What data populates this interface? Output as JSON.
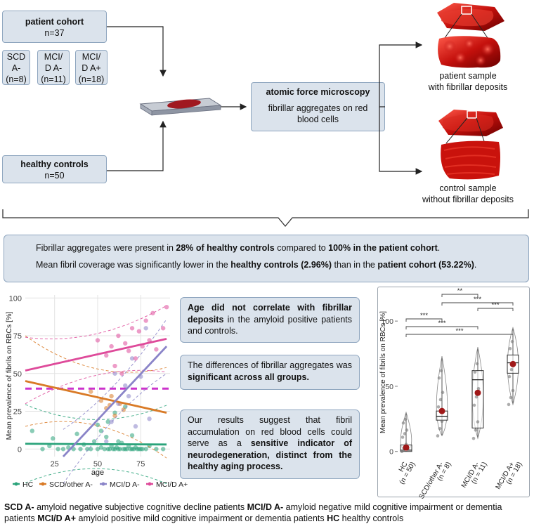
{
  "flow": {
    "cohort": {
      "title": "patient cohort",
      "n": "n=37"
    },
    "groups": [
      {
        "l1": "SCD",
        "l2": "A-",
        "l3": "(n=8)"
      },
      {
        "l1": "MCI/",
        "l2": "D A-",
        "l3": "(n=11)"
      },
      {
        "l1": "MCI/",
        "l2": "D A+",
        "l3": "(n=18)"
      }
    ],
    "controls": {
      "title": "healthy controls",
      "n": "n=50"
    },
    "afm": {
      "title": "atomic force microscopy",
      "l1": "fibrillar aggregates on red",
      "l2": "blood cells"
    },
    "patient_sample": {
      "l1": "patient sample",
      "l2": "with fibrillar deposits"
    },
    "control_sample": {
      "l1": "control sample",
      "l2": "without fibrillar deposits"
    }
  },
  "findings": {
    "l1": {
      "a": "Fibrillar aggregates were present in ",
      "b": "28% of healthy controls",
      "c": " compared to ",
      "d": "100% in the patient cohort",
      "e": "."
    },
    "l2": {
      "a": "Mean fibril coverage was significantly lower in the ",
      "b": "healthy controls (2.96%)",
      "c": " than in the ",
      "d": "patient cohort (53.22%)",
      "e": "."
    }
  },
  "textboxes": {
    "t1": {
      "bold": "Age did not correlate with fibrillar deposits",
      "rest": " in the amyloid positive patients and controls."
    },
    "t2": {
      "rest": "The differences of fibrillar aggregates was ",
      "bold": "significant across all groups."
    },
    "t3": {
      "a": "Our results suggest that fibril accumulation on red blood cells could serve as a ",
      "bold": "sensitive indicator of neurodegeneration, distinct from the healthy aging process."
    }
  },
  "caption": {
    "b1": "SCD A-",
    "t1": " amyloid negative subjective cognitive decline patients ",
    "b2": "MCI/D A-",
    "t2": " amyloid negative mild cognitive impairment or dementia patients ",
    "b3": "MCI/D A+",
    "t3": " amyloid positive mild cognitive impairment or dementia patients ",
    "b4": "HC",
    "t4": " healthy controls"
  },
  "colors": {
    "HC": "#2aa37a",
    "SCD": "#d97a26",
    "MCI_neg": "#8a84c8",
    "MCI_pos": "#de4a9a",
    "box_fill": "#dbe3ec",
    "box_border": "#8fa6bf",
    "mean_dot": "#a01818"
  },
  "chart_data": [
    {
      "type": "scatter",
      "xlabel": "age",
      "ylabel": "Mean prevalence of fibrils on RBCs [%]",
      "xticks": [
        "25",
        "50",
        "75"
      ],
      "yticks": [
        "0",
        "25",
        "50",
        "75",
        "100"
      ],
      "xlim": [
        8,
        92
      ],
      "ylim": [
        -5,
        102
      ],
      "legend": [
        "HC",
        "SCD/other A-",
        "MCI/D A-",
        "MCI/D A+"
      ],
      "legend_position": "bottom",
      "reference_line": {
        "y": 40,
        "style": "dashed",
        "color": "#cc33cc"
      },
      "series": [
        {
          "name": "HC",
          "color": "#2aa37a",
          "fit": [
            [
              8,
              3.5
            ],
            [
              90,
              3
            ]
          ],
          "points": [
            [
              18,
              0
            ],
            [
              22,
              2
            ],
            [
              27,
              0
            ],
            [
              30,
              0
            ],
            [
              33,
              1
            ],
            [
              36,
              0
            ],
            [
              40,
              0
            ],
            [
              42,
              3
            ],
            [
              44,
              0
            ],
            [
              46,
              0
            ],
            [
              48,
              5
            ],
            [
              50,
              0
            ],
            [
              52,
              1
            ],
            [
              54,
              0
            ],
            [
              55,
              8
            ],
            [
              56,
              0
            ],
            [
              57,
              0
            ],
            [
              58,
              2
            ],
            [
              59,
              0
            ],
            [
              60,
              0
            ],
            [
              61,
              1
            ],
            [
              62,
              0
            ],
            [
              63,
              0
            ],
            [
              64,
              4
            ],
            [
              65,
              0
            ],
            [
              66,
              0
            ],
            [
              67,
              0
            ],
            [
              68,
              2
            ],
            [
              69,
              0
            ],
            [
              70,
              0
            ],
            [
              71,
              0
            ],
            [
              72,
              1
            ],
            [
              73,
              0
            ],
            [
              74,
              0
            ],
            [
              75,
              0
            ],
            [
              76,
              0
            ],
            [
              78,
              0
            ],
            [
              80,
              2
            ],
            [
              84,
              0
            ],
            [
              88,
              0
            ],
            [
              12,
              12
            ],
            [
              24,
              7
            ],
            [
              38,
              10
            ],
            [
              50,
              16
            ],
            [
              56,
              18
            ],
            [
              60,
              24
            ],
            [
              66,
              28
            ],
            [
              70,
              9
            ],
            [
              52,
              12
            ],
            [
              62,
              5
            ]
          ]
        },
        {
          "name": "SCD/other A-",
          "color": "#d97a26",
          "fit": [
            [
              8,
              45
            ],
            [
              90,
              24
            ]
          ],
          "points": [
            [
              46,
              38
            ],
            [
              52,
              32
            ],
            [
              55,
              27
            ],
            [
              58,
              35
            ],
            [
              60,
              22
            ],
            [
              63,
              30
            ],
            [
              65,
              26
            ],
            [
              57,
              29
            ]
          ]
        },
        {
          "name": "MCI/D A-",
          "color": "#8a84c8",
          "fit": [
            [
              30,
              -5
            ],
            [
              90,
              68
            ]
          ],
          "points": [
            [
              55,
              5
            ],
            [
              58,
              18
            ],
            [
              62,
              30
            ],
            [
              66,
              42
            ],
            [
              70,
              60
            ],
            [
              72,
              15
            ],
            [
              75,
              48
            ],
            [
              78,
              80
            ],
            [
              80,
              20
            ],
            [
              60,
              50
            ],
            [
              68,
              35
            ]
          ]
        },
        {
          "name": "MCI/D A+",
          "color": "#de4a9a",
          "fit": [
            [
              8,
              52
            ],
            [
              90,
              73
            ]
          ],
          "points": [
            [
              50,
              72
            ],
            [
              55,
              62
            ],
            [
              58,
              68
            ],
            [
              60,
              55
            ],
            [
              62,
              75
            ],
            [
              64,
              50
            ],
            [
              66,
              70
            ],
            [
              68,
              65
            ],
            [
              70,
              80
            ],
            [
              72,
              60
            ],
            [
              74,
              78
            ],
            [
              76,
              68
            ],
            [
              78,
              85
            ],
            [
              80,
              72
            ],
            [
              82,
              90
            ],
            [
              84,
              66
            ],
            [
              88,
              80
            ],
            [
              90,
              94
            ]
          ]
        }
      ]
    },
    {
      "type": "box",
      "ylabel": "Mean prevalence of fibrils on RBCs [%]",
      "yticks": [
        "0",
        "50",
        "100"
      ],
      "ylim": [
        -5,
        120
      ],
      "categories": [
        {
          "l1": "HC",
          "l2": "(n = 50)"
        },
        {
          "l1": "SCD/other A-",
          "l2": "(n = 8)"
        },
        {
          "l1": "MCI/D A-",
          "l2": "(n = 11)"
        },
        {
          "l1": "MCI/D A+",
          "l2": "(n = 18)"
        }
      ],
      "boxes": [
        {
          "min": 0,
          "q1": 0,
          "median": 1,
          "q3": 5,
          "max": 30,
          "mean": 3
        },
        {
          "min": 12,
          "q1": 24,
          "median": 27,
          "q3": 31,
          "max": 73,
          "mean": 31
        },
        {
          "min": 10,
          "q1": 18,
          "median": 55,
          "q3": 62,
          "max": 80,
          "mean": 45
        },
        {
          "min": 36,
          "q1": 60,
          "median": 68,
          "q3": 74,
          "max": 95,
          "mean": 67
        }
      ],
      "significance": [
        {
          "from": 1,
          "to": 2,
          "label": "**"
        },
        {
          "from": 1,
          "to": 3,
          "label": "***"
        },
        {
          "from": 2,
          "to": 3,
          "label": "***"
        },
        {
          "from": 0,
          "to": 1,
          "label": "***"
        },
        {
          "from": 0,
          "to": 2,
          "label": "***"
        },
        {
          "from": 0,
          "to": 3,
          "label": "***"
        }
      ]
    }
  ]
}
